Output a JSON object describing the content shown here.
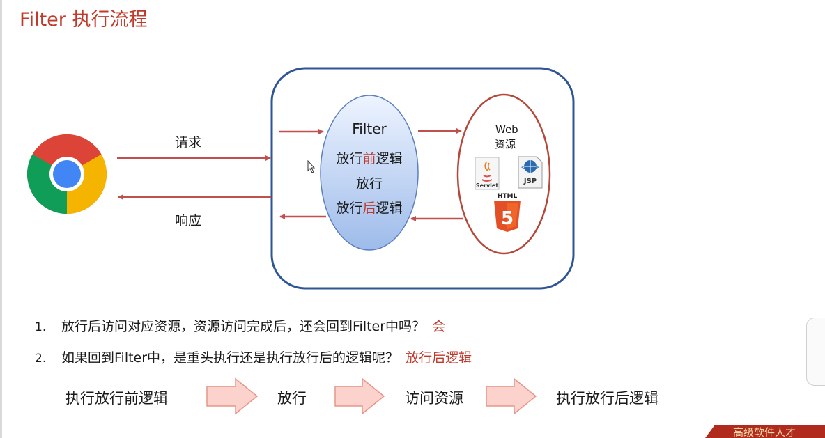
{
  "title": "Filter 执行流程",
  "diagram": {
    "request_label": "请求",
    "response_label": "响应",
    "filter": {
      "title": "Filter",
      "line1_pre": "放行",
      "line1_red": "前",
      "line1_post": "逻辑",
      "line2": "放行",
      "line3_pre": "放行",
      "line3_red": "后",
      "line3_post": "逻辑"
    },
    "web_resource": {
      "title_line1": "Web",
      "title_line2": "资源",
      "servlet_label": "Servlet",
      "jsp_label": "JSP",
      "html_label": "HTML",
      "html5_glyph": "5"
    }
  },
  "questions": [
    {
      "number": "1.",
      "text": "放行后访问对应资源，资源访问完成后，还会回到Filter中吗？",
      "answer": "会"
    },
    {
      "number": "2.",
      "text": "如果回到Filter中，是重头执行还是执行放行后的逻辑呢？",
      "answer": "放行后逻辑"
    }
  ],
  "flow": [
    "执行放行前逻辑",
    "放行",
    "访问资源",
    "执行放行后逻辑"
  ],
  "brand_text": "高级软件人才",
  "colors": {
    "title": "#c0392b",
    "arrow": "#c0504d",
    "container_border": "#2f5597",
    "filter_fill_top": "#eef4ff",
    "filter_fill_bottom": "#9dbbea",
    "web_border": "#b5483a",
    "flow_arrow_fill": "#fbd3cc",
    "flow_arrow_stroke": "#e6968a"
  },
  "icons": [
    "chrome-icon",
    "java-servlet-icon",
    "jsp-icon",
    "html5-icon",
    "mouse-cursor-icon"
  ]
}
